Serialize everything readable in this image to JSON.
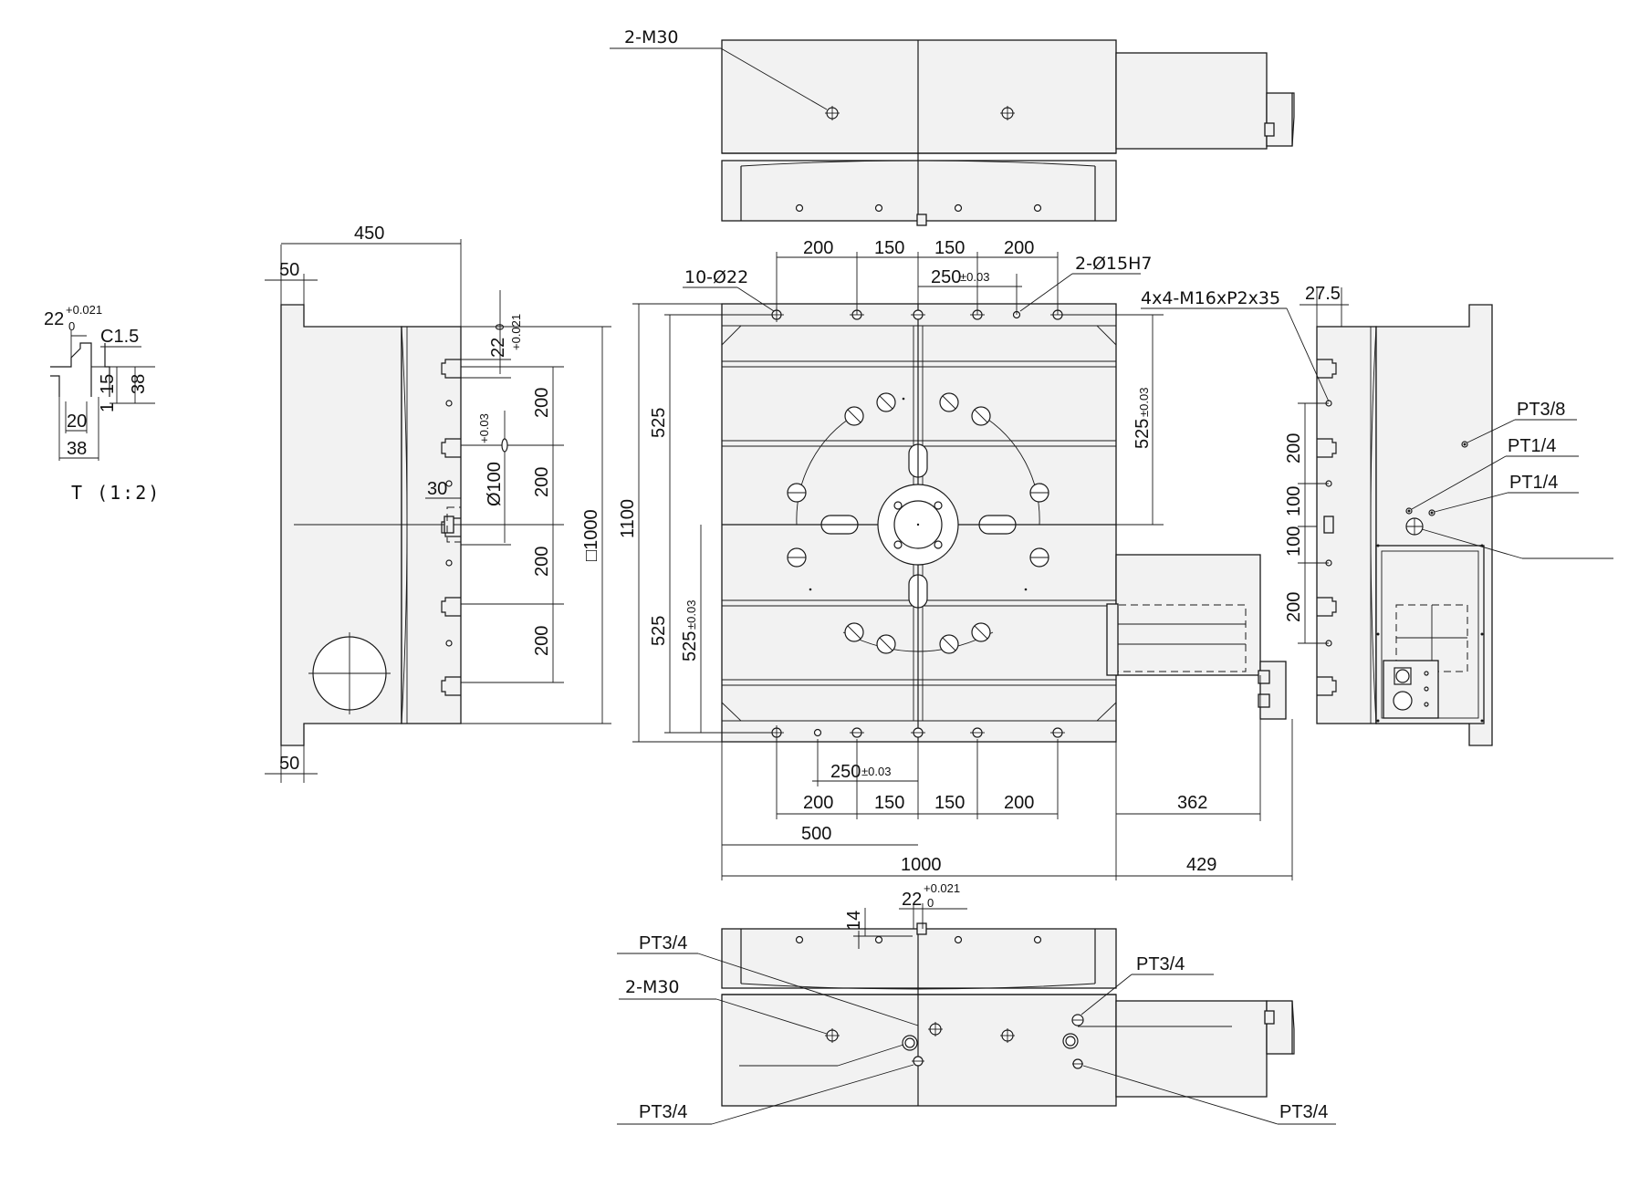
{
  "detail": {
    "dim_22": "22",
    "tol_upper": "+0.021",
    "tol_lower": "0",
    "chamfer": "C1.5",
    "dim_15": "15",
    "dim_38v": "38",
    "dim_20": "20",
    "dim_1": "1",
    "dim_38h": "38",
    "caption": "T (1:2)"
  },
  "top_view": {
    "m30_label": "2-M30"
  },
  "side_left": {
    "dim_450": "450",
    "dim_50_top": "50",
    "dim_50_bottom": "50",
    "dim_22": "22",
    "tol_upper": "+0.021",
    "tol_lower": "0",
    "tol_003": "+0.03",
    "dim_30": "30",
    "dia_100": "Ø100",
    "pitch_1": "200",
    "pitch_2": "200",
    "pitch_3": "200",
    "pitch_4": "200",
    "square_1000": "□1000"
  },
  "plan_view": {
    "top_200a": "200",
    "top_150a": "150",
    "top_150b": "150",
    "top_200b": "200",
    "holes_label": "10-Ø22",
    "pin_label": "2-Ø15H7",
    "dim_250_top": "250",
    "tol_250_top": "±0.03",
    "left_525a": "525",
    "left_525b": "525",
    "dim_1100": "1100",
    "mid_525": "525",
    "mid_525_tol": "±0.03",
    "right_525": "525",
    "right_525_tol": "±0.03",
    "dim_250_bot": "250",
    "tol_250_bot": "±0.03",
    "bot_200a": "200",
    "bot_150a": "150",
    "bot_150b": "150",
    "bot_200b": "200",
    "dim_500": "500",
    "dim_1000": "1000",
    "dim_362": "362",
    "dim_429": "429"
  },
  "side_right": {
    "thread_label": "4x4-M16xP2x35",
    "dim_27_5": "27.5",
    "pitch_200a": "200",
    "pitch_100a": "100",
    "pitch_100b": "100",
    "pitch_200b": "200",
    "pt38": "PT3/8",
    "pt14a": "PT1/4",
    "pt14b": "PT1/4"
  },
  "bottom_view": {
    "dim_22": "22",
    "tol_upper": "+0.021",
    "tol_lower": "0",
    "dim_14": "14",
    "pt34_tl": "PT3/4",
    "m30_label": "2-M30",
    "pt34_tr": "PT3/4",
    "pt34_bl": "PT3/4",
    "pt34_br": "PT3/4"
  }
}
